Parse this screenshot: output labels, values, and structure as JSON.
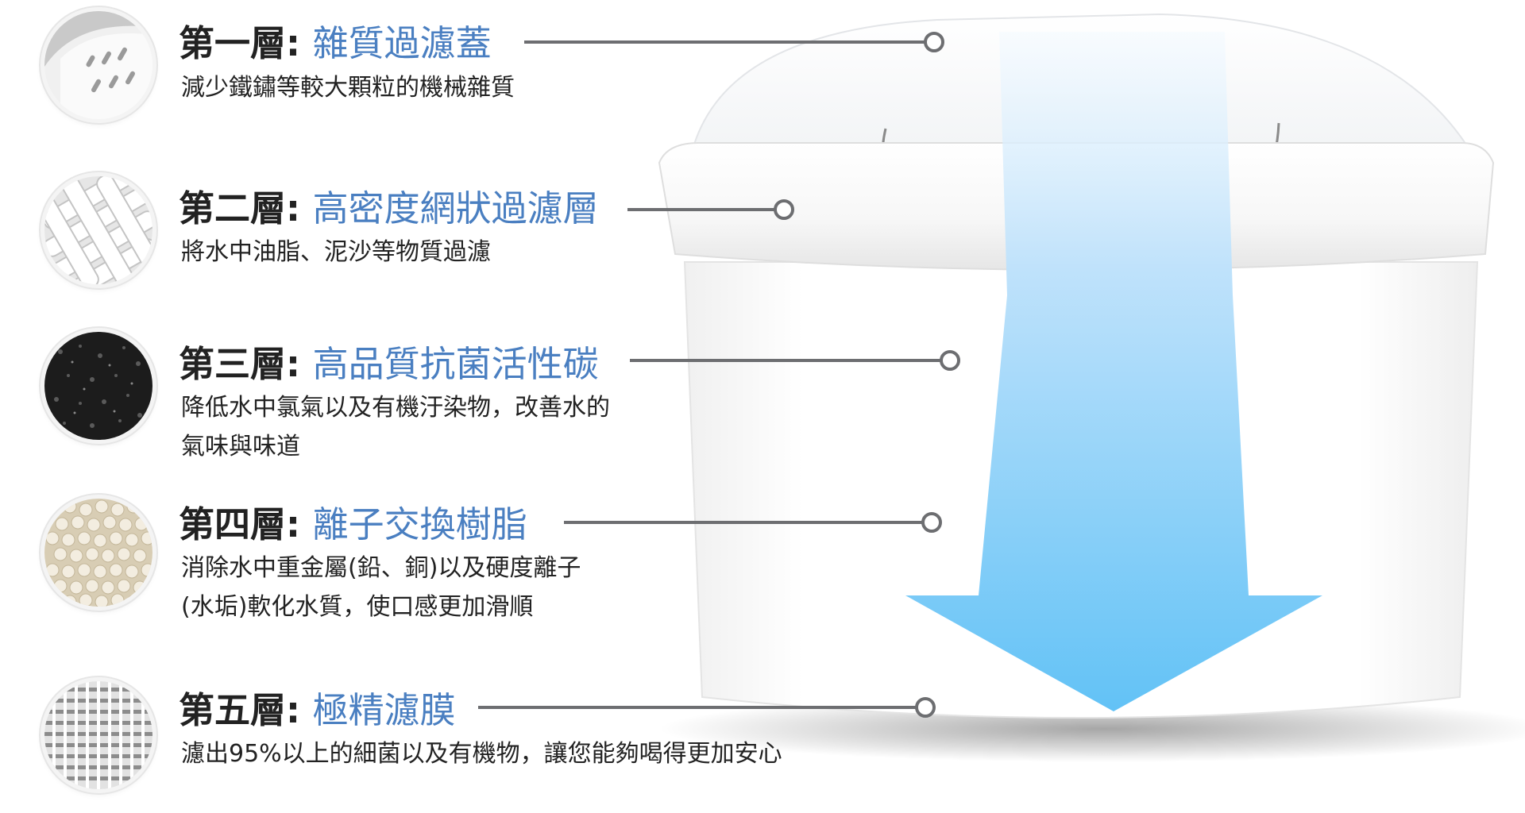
{
  "layers": [
    {
      "heading": "第一層:",
      "name": "雜質過濾蓋",
      "desc": "減少鐵鏽等較大顆粒的機械雜質",
      "icon": "filter-cover-icon"
    },
    {
      "heading": "第二層:",
      "name": "高密度網狀過濾層",
      "desc": "將水中油脂、泥沙等物質過濾",
      "icon": "woven-mesh-icon"
    },
    {
      "heading": "第三層:",
      "name": "高品質抗菌活性碳",
      "desc": "降低水中氯氣以及有機汙染物，改善水的\n氣味與味道",
      "icon": "activated-carbon-icon"
    },
    {
      "heading": "第四層:",
      "name": "離子交換樹脂",
      "desc": "消除水中重金屬(鉛、銅)以及硬度離子\n(水垢)軟化水質，使口感更加滑順",
      "icon": "resin-beads-icon"
    },
    {
      "heading": "第五層:",
      "name": "極精濾膜",
      "desc": "濾出95%以上的細菌以及有機物，讓您能夠喝得更加安心",
      "icon": "micro-membrane-icon"
    }
  ],
  "colors": {
    "accent": "#4a7fc1",
    "connector": "#6d6e71",
    "arrow_top": "#eef7ff",
    "arrow_bottom": "#66c4f7"
  }
}
